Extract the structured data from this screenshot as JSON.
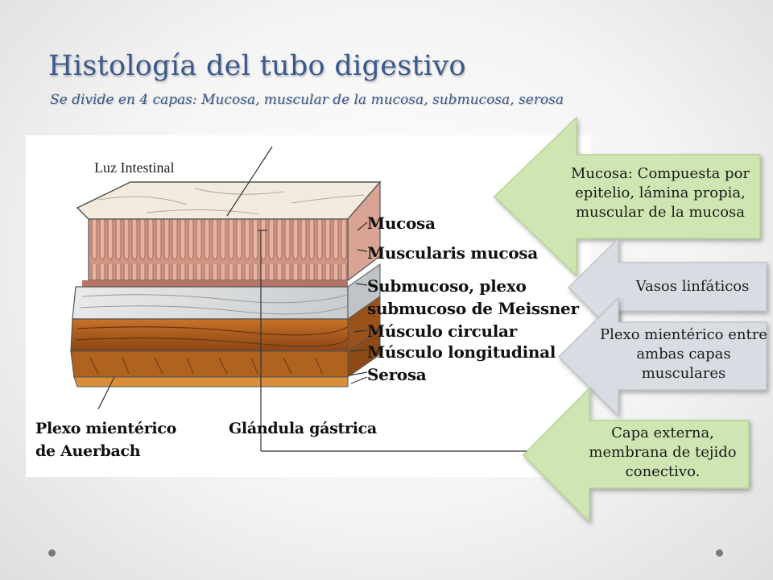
{
  "title": "Histología del tubo digestivo",
  "subtitle": "Se divide en 4 capas: Mucosa, muscular de la mucosa, submucosa, serosa",
  "figure": {
    "luz_label": "Luz Intestinal",
    "layer_labels": [
      "Mucosa",
      "Muscularis mucosa",
      "Submucoso, plexo",
      "submucoso de Meissner",
      "Músculo circular",
      "Músculo longitudinal",
      "Serosa"
    ],
    "bottom_left_label_1": "Plexo mientérico",
    "bottom_left_label_2": "de Auerbach",
    "bottom_center_label": "Glándula gástrica"
  },
  "callouts": [
    {
      "text": "Mucosa: Compuesta por epitelio, lámina propia, muscular de la mucosa",
      "color": "#cfe6b2"
    },
    {
      "text": "Vasos linfáticos",
      "color": "#d9dde3"
    },
    {
      "text": "Plexo mientérico entre ambas capas musculares",
      "color": "#d9dde3"
    },
    {
      "text": "Capa externa, membrana de tejido conectivo.",
      "color": "#cfe6b2"
    }
  ],
  "colors": {
    "title": "#3b5a8a",
    "green_callout": "#cfe6b2",
    "gray_callout": "#d9dde3"
  },
  "icons": [
    "bullet-dot-left",
    "bullet-dot-right"
  ]
}
